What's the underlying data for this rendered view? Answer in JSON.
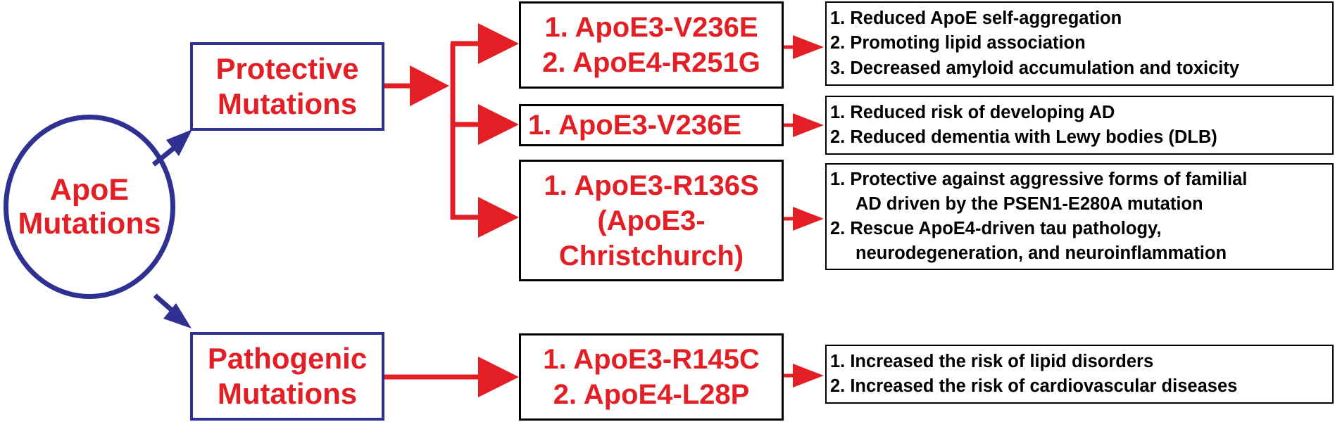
{
  "colors": {
    "blue": "#2e3192",
    "red": "#e31e24",
    "black": "#000000"
  },
  "root": {
    "lines": [
      "ApoE",
      "Mutations"
    ]
  },
  "categories": {
    "protective": [
      "Protective",
      "Mutations"
    ],
    "pathogenic": [
      "Pathogenic",
      "Mutations"
    ]
  },
  "mutations": {
    "group1": [
      "1. ApoE3-V236E",
      "2. ApoE4-R251G"
    ],
    "group2": [
      "1. ApoE3-V236E"
    ],
    "group3": [
      "1. ApoE3-R136S",
      "(ApoE3-",
      "Christchurch)"
    ],
    "group4": [
      "1. ApoE3-R145C",
      "2.  ApoE4-L28P"
    ]
  },
  "effects": {
    "group1": [
      "1. Reduced ApoE self-aggregation",
      "2. Promoting lipid association",
      "3. Decreased amyloid accumulation and toxicity"
    ],
    "group2": [
      "1. Reduced risk of developing AD",
      "2. Reduced dementia with Lewy bodies (DLB)"
    ],
    "group3": [
      "1. Protective against aggressive forms of familial",
      "AD driven by the PSEN1-E280A mutation",
      "2. Rescue ApoE4-driven tau pathology,",
      "neurodegeneration, and neuroinflammation"
    ],
    "group4": [
      "1. Increased the risk of lipid disorders",
      "2. Increased the risk of cardiovascular diseases"
    ]
  }
}
